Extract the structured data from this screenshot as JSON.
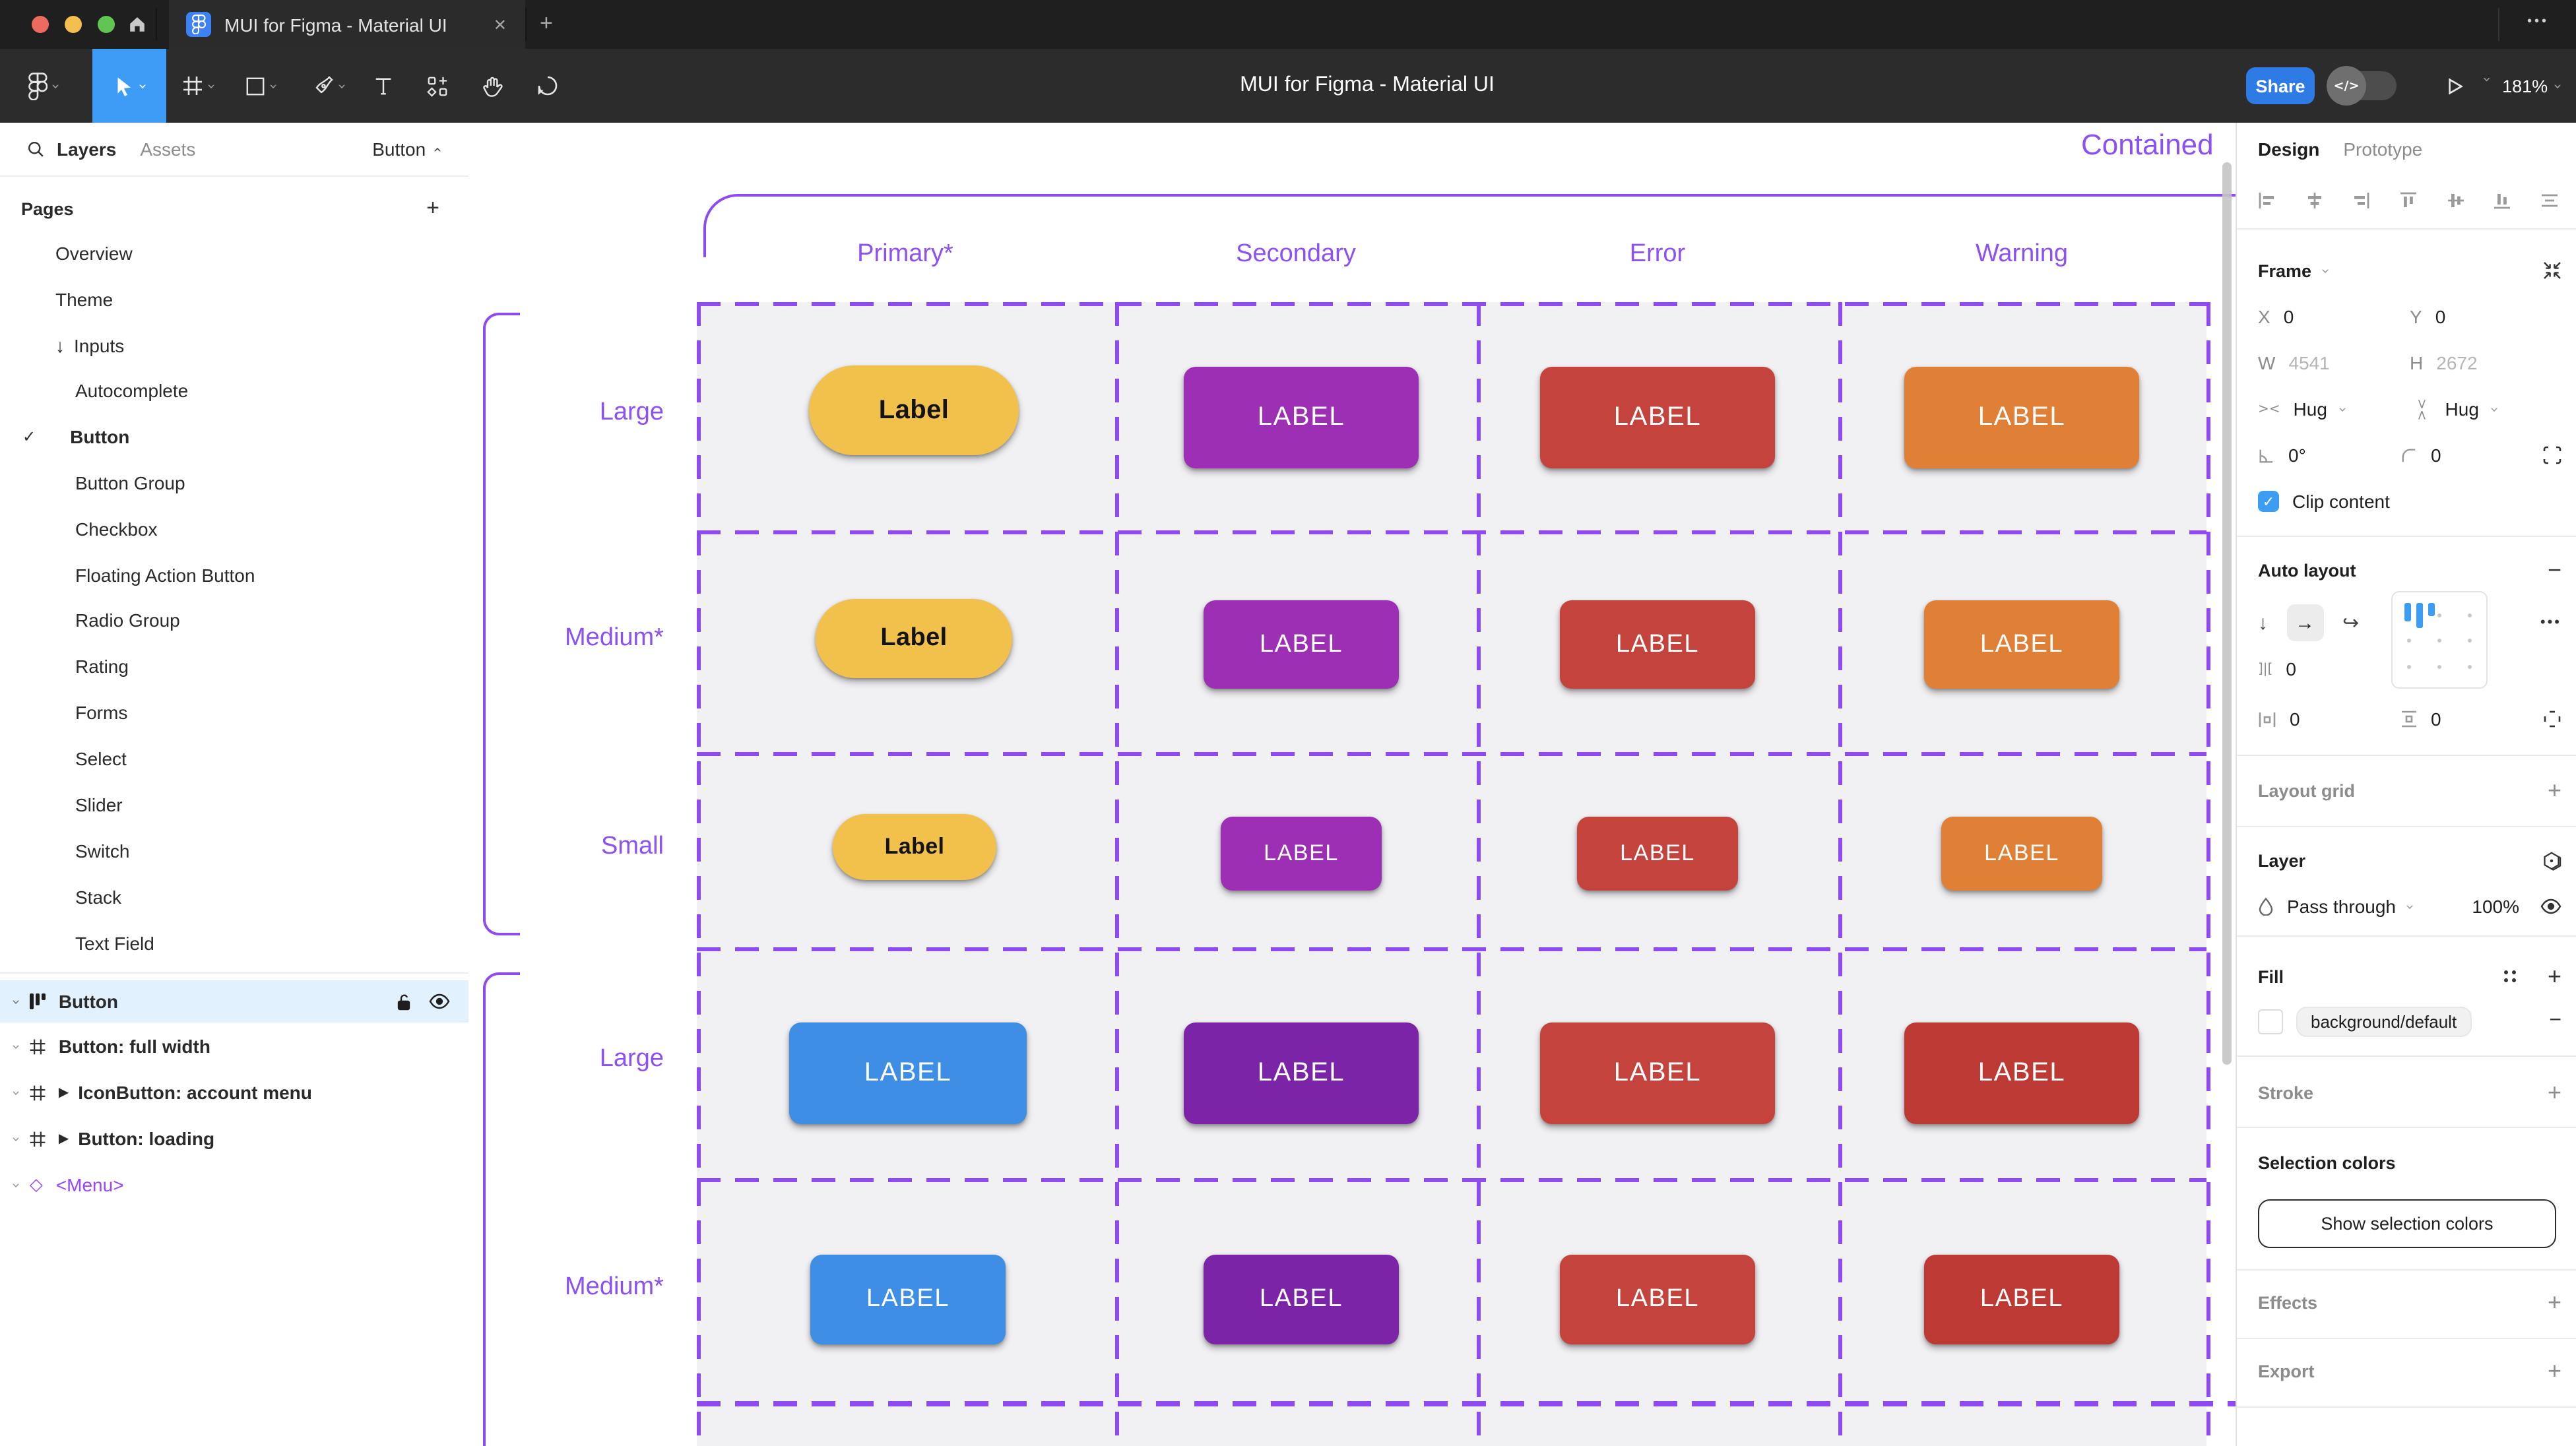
{
  "window": {
    "tab_title": "MUI for Figma - Material UI",
    "traffic_colors": [
      "#EC6A5E",
      "#F5BF4F",
      "#61C554"
    ]
  },
  "toolbar": {
    "title": "MUI for Figma - Material UI",
    "share_label": "Share",
    "devmode_label": "</>",
    "zoom_level": "181%"
  },
  "sidebar": {
    "tab_layers": "Layers",
    "tab_assets": "Assets",
    "selection_label": "Button",
    "pages_header": "Pages",
    "pages": [
      {
        "label": "Overview"
      },
      {
        "label": "Theme"
      },
      {
        "label": "Inputs",
        "prefix": "↓"
      },
      {
        "label": "Autocomplete"
      },
      {
        "label": "Button",
        "checked": true
      },
      {
        "label": "Button Group"
      },
      {
        "label": "Checkbox"
      },
      {
        "label": "Floating Action Button"
      },
      {
        "label": "Radio Group"
      },
      {
        "label": "Rating"
      },
      {
        "label": "Forms"
      },
      {
        "label": "Select"
      },
      {
        "label": "Slider"
      },
      {
        "label": "Switch"
      },
      {
        "label": "Stack"
      },
      {
        "label": "Text Field"
      }
    ],
    "layers": [
      {
        "label": "Button",
        "selected": true
      },
      {
        "label": "Button: full width"
      },
      {
        "label": "IconButton: account menu",
        "expander": "▶"
      },
      {
        "label": "Button: loading",
        "expander": "▶"
      },
      {
        "label": "<Menu>"
      }
    ]
  },
  "canvas": {
    "frame_title": "Contained",
    "columns": [
      "Primary*",
      "Secondary",
      "Error",
      "Warning"
    ],
    "groups": [
      {
        "rows": [
          {
            "label": "Large",
            "buttons": [
              {
                "label": "Label",
                "color": "#F2C14B",
                "variant": "pill"
              },
              {
                "label": "LABEL",
                "color": "#9C2FB3"
              },
              {
                "label": "LABEL",
                "color": "#C4433C"
              },
              {
                "label": "LABEL",
                "color": "#E07F36"
              }
            ]
          },
          {
            "label": "Medium*",
            "buttons": [
              {
                "label": "Label",
                "color": "#F2C14B",
                "variant": "pill"
              },
              {
                "label": "LABEL",
                "color": "#9C2FB3"
              },
              {
                "label": "LABEL",
                "color": "#C4433C"
              },
              {
                "label": "LABEL",
                "color": "#E07F36"
              }
            ]
          },
          {
            "label": "Small",
            "buttons": [
              {
                "label": "Label",
                "color": "#F2C14B",
                "variant": "pill"
              },
              {
                "label": "LABEL",
                "color": "#9C2FB3"
              },
              {
                "label": "LABEL",
                "color": "#C4433C"
              },
              {
                "label": "LABEL",
                "color": "#E07F36"
              }
            ]
          }
        ]
      },
      {
        "rows": [
          {
            "label": "Large",
            "buttons": [
              {
                "label": "LABEL",
                "color": "#3E8EE5"
              },
              {
                "label": "LABEL",
                "color": "#7B24A8"
              },
              {
                "label": "LABEL",
                "color": "#C4433C"
              },
              {
                "label": "LABEL",
                "color": "#BC3A33"
              }
            ]
          },
          {
            "label": "Medium*",
            "buttons": [
              {
                "label": "LABEL",
                "color": "#3E8EE5"
              },
              {
                "label": "LABEL",
                "color": "#7B24A8"
              },
              {
                "label": "LABEL",
                "color": "#C4433C"
              },
              {
                "label": "LABEL",
                "color": "#BC3A33"
              }
            ]
          }
        ]
      }
    ],
    "accent_purple": "#8E4BF0"
  },
  "inspector": {
    "tab_design": "Design",
    "tab_prototype": "Prototype",
    "frame": {
      "header": "Frame",
      "x_label": "X",
      "x": "0",
      "y_label": "Y",
      "y": "0",
      "w_label": "W",
      "w": "4541",
      "h_label": "H",
      "h": "2672",
      "hug_h": "Hug",
      "hug_v": "Hug",
      "rotation": "0°",
      "radius": "0",
      "clip_label": "Clip content"
    },
    "auto_layout": {
      "header": "Auto layout",
      "gap": "0",
      "pad_h": "0",
      "pad_v": "0"
    },
    "layout_grid": {
      "header": "Layout grid"
    },
    "layer": {
      "header": "Layer",
      "blend_mode": "Pass through",
      "opacity": "100%"
    },
    "fill": {
      "header": "Fill",
      "token": "background/default"
    },
    "stroke": {
      "header": "Stroke"
    },
    "selection_colors": {
      "header": "Selection colors",
      "button_label": "Show selection colors"
    },
    "effects": {
      "header": "Effects"
    },
    "export": {
      "header": "Export"
    }
  },
  "icons": {
    "chevron": "›",
    "caret": "›",
    "check": "✓",
    "plus": "+",
    "minus": "−",
    "dots": "•••",
    "close": "✕",
    "arrow_down": "↓",
    "arrow_right": "→",
    "wrap": "↩",
    "hug": "><",
    "gap": "]|[",
    "component_diamond": "◇",
    "expander": "▶"
  }
}
